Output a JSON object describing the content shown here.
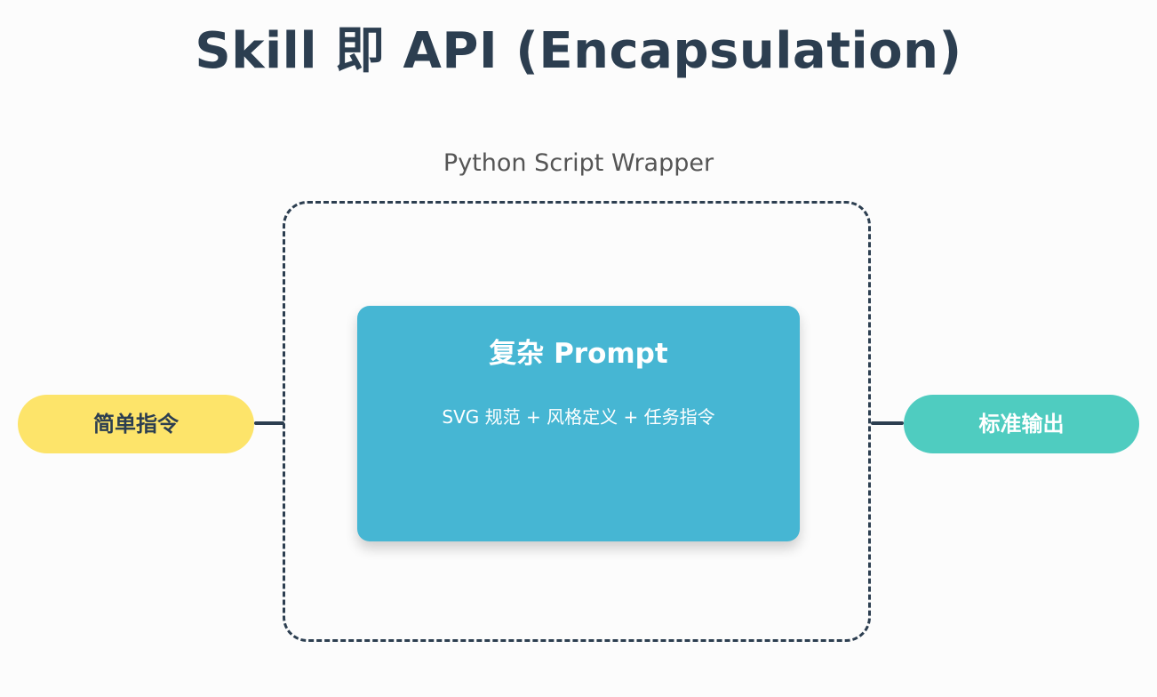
{
  "title": "Skill 即 API (Encapsulation)",
  "wrapper": {
    "label": "Python Script Wrapper"
  },
  "prompt_card": {
    "title": "复杂 Prompt",
    "subtitle": "SVG 规范 + 风格定义 + 任务指令"
  },
  "input_node": {
    "label": "简单指令"
  },
  "output_node": {
    "label": "标准输出"
  },
  "colors": {
    "title_text": "#2c3e50",
    "card_fill": "#46b6d3",
    "input_fill": "#fde46a",
    "output_fill": "#4fccc0",
    "dashed_border": "#2c3e50"
  }
}
